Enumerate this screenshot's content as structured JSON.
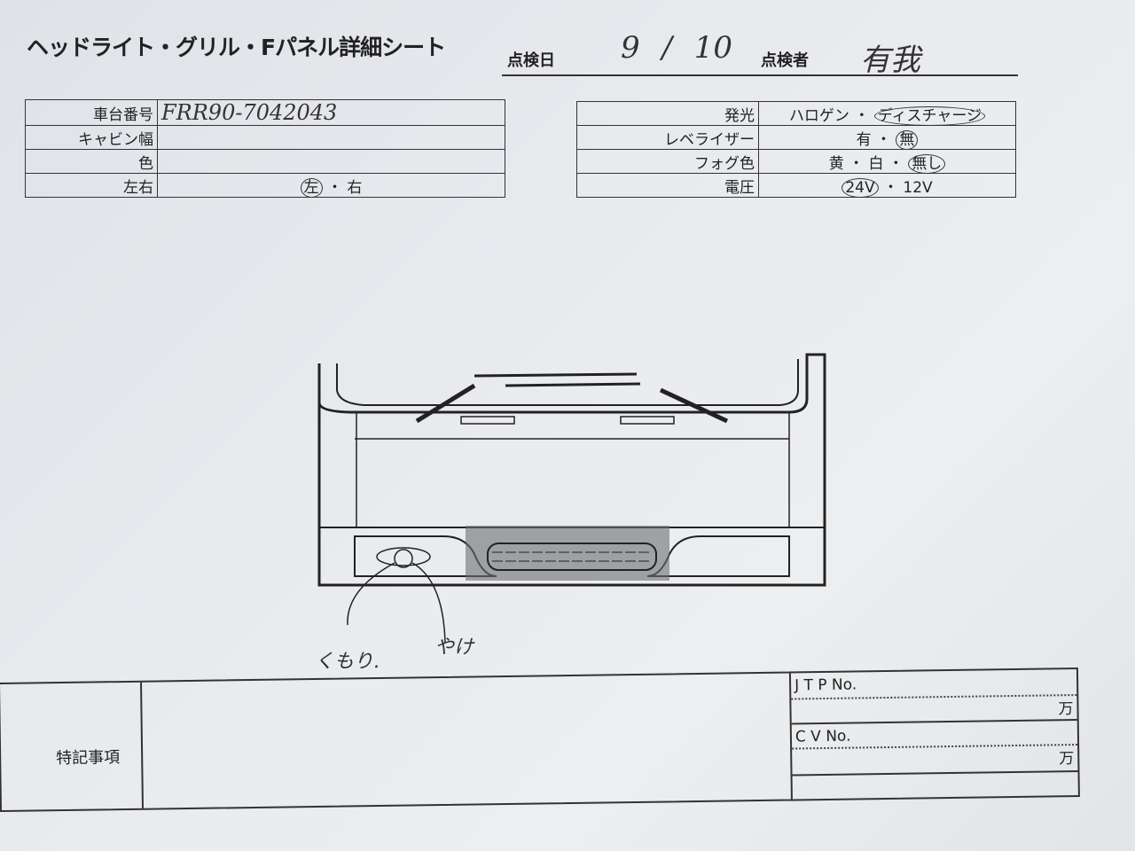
{
  "header": {
    "title": "ヘッドライト・グリル・Fパネル詳細シート",
    "date_label": "点検日",
    "date_value": "9 / 10",
    "inspector_label": "点検者",
    "inspector_value": "有我"
  },
  "left_table": [
    {
      "label": "車台番号",
      "value": "FRR90-7042043"
    },
    {
      "label": "キャビン幅",
      "value": ""
    },
    {
      "label": "色",
      "value": ""
    },
    {
      "label": "左右",
      "options": [
        "左",
        "右"
      ],
      "selected": "左"
    }
  ],
  "right_table": [
    {
      "label": "発光",
      "options": [
        "ハロゲン",
        "ディスチャージ"
      ],
      "selected": "ディスチャージ"
    },
    {
      "label": "レベライザー",
      "options": [
        "有",
        "無"
      ],
      "selected": "無"
    },
    {
      "label": "フォグ色",
      "options": [
        "黄",
        "白",
        "無し"
      ],
      "selected": "無し"
    },
    {
      "label": "電圧",
      "options": [
        "24V",
        "12V"
      ],
      "selected": "24V"
    }
  ],
  "annotations": {
    "left": "くもり.",
    "right": "やけ"
  },
  "footer": {
    "notes_label": "特記事項",
    "jtp_label": "J T P No.",
    "jtp_unit": "万",
    "cv_label": "C V No.",
    "cv_unit": "万"
  }
}
